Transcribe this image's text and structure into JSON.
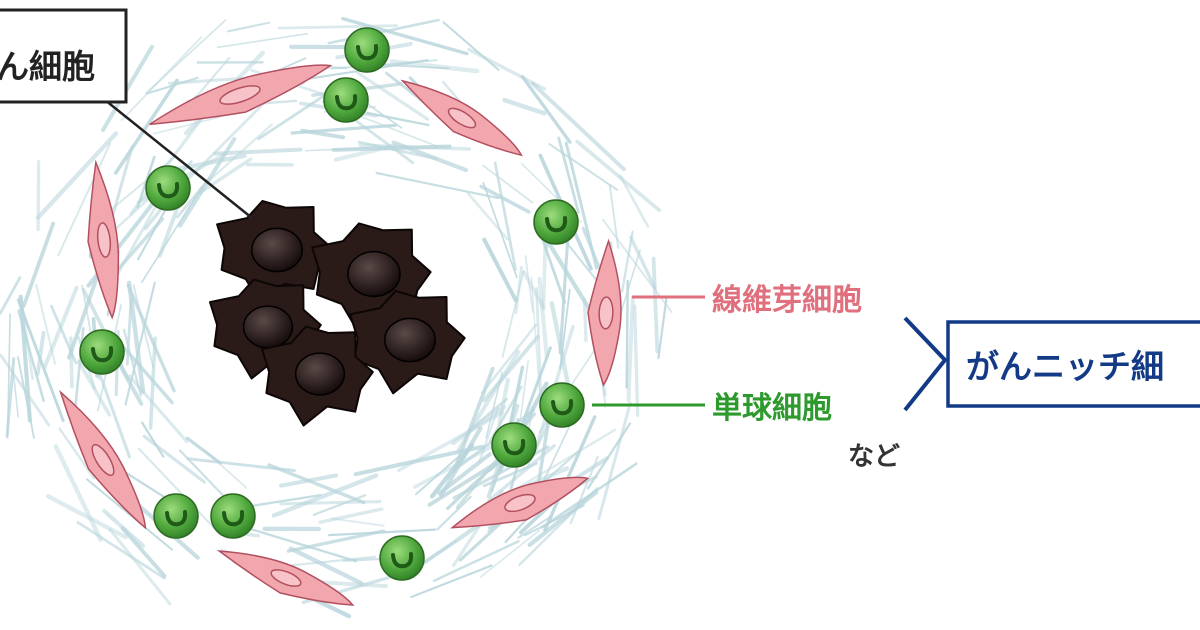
{
  "labels": {
    "cancer_cell": "ん細胞",
    "fibroblast": "線維芽細胞",
    "monocyte": "単球細胞",
    "etc": "など",
    "cancer_niche": "がんニッチ細"
  },
  "colors": {
    "fibers": "#b9d6dc",
    "fibroblast_fill": "#f2a7ae",
    "fibroblast_stroke": "#b35060",
    "fibroblast_label": "#e0707e",
    "monocyte_fill": "#4fa83c",
    "monocyte_label": "#2e9a2e",
    "cancer_cell": "#2a1a18",
    "niche_label": "#123a86"
  }
}
